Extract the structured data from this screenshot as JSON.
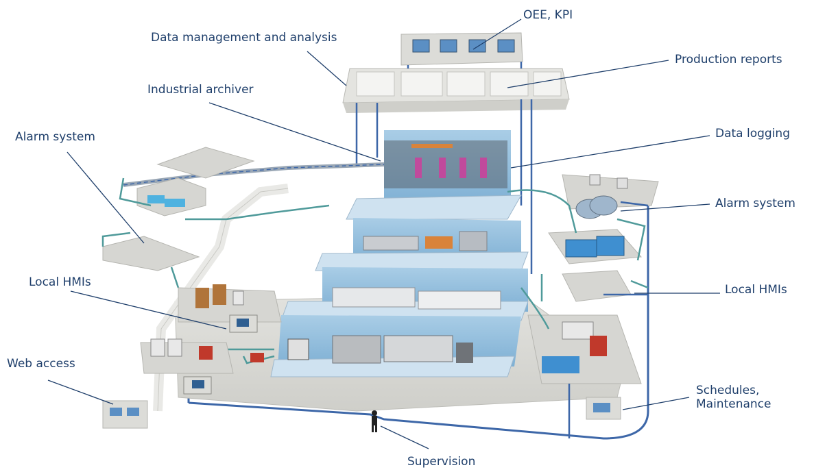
{
  "labels": {
    "oee_kpi": "OEE, KPI",
    "data_management": "Data management and analysis",
    "production_reports": "Production reports",
    "industrial_archiver": "Industrial archiver",
    "data_logging": "Data logging",
    "alarm_system_left": "Alarm system",
    "alarm_system_right": "Alarm system",
    "local_hmis_left": "Local HMIs",
    "local_hmis_right": "Local HMIs",
    "web_access": "Web access",
    "schedules_line1": "Schedules,",
    "schedules_line2": "Maintenance",
    "supervision": "Supervision"
  },
  "colors": {
    "label_text": "#1f3f6b",
    "leader_line": "#1f3f6b",
    "network_blue": "#3d67a8",
    "network_teal": "#4f9a9a",
    "floor_grey": "#d6d6d2",
    "wall_blue": "#9cc3df",
    "machine_grey": "#c9ccd0",
    "accent_orange": "#d9833a",
    "accent_red": "#c0392b"
  }
}
